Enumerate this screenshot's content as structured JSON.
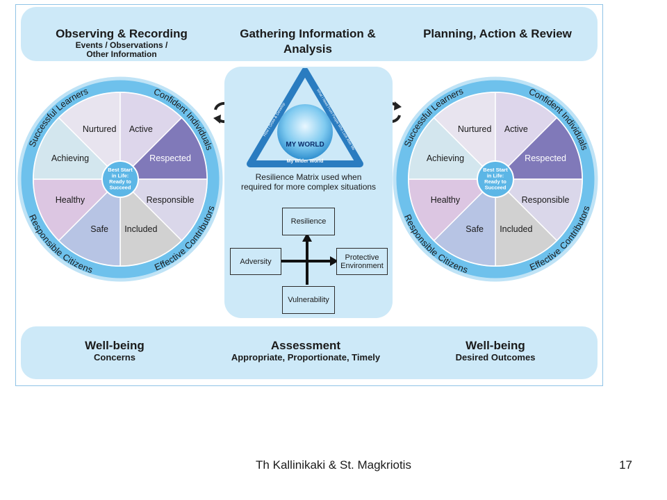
{
  "header": {
    "left_title": "Observing & Recording",
    "left_sub1": "Events / Observations /",
    "left_sub2": "Other Information",
    "center_title1": "Gathering Information &",
    "center_title2": "Analysis",
    "right_title": "Planning, Action & Review"
  },
  "wheel": {
    "segments": [
      "Nurtured",
      "Active",
      "Respected",
      "Responsible",
      "Included",
      "Safe",
      "Healthy",
      "Achieving"
    ],
    "center1": "Best Start",
    "center2": "in Life:",
    "center3": "Ready to",
    "center4": "Succeed",
    "ring_successful": "Successful Learners",
    "ring_confident": "Confident Individuals",
    "ring_responsible": "Responsible Citizens",
    "ring_effective": "Effective Contributors"
  },
  "my_world": {
    "title": "MY WORLD",
    "bottom": "My Wider World",
    "left_side": "How I Grow & Develop",
    "right_side": "What I Need From People Who Look After Me"
  },
  "matrix": {
    "caption1": "Resilience Matrix used when",
    "caption2": "required for more complex situations",
    "top": "Resilience",
    "left": "Adversity",
    "right1": "Protective",
    "right2": "Environment",
    "bottom": "Vulnerability"
  },
  "bottom_band": {
    "left_title": "Well-being",
    "left_sub": "Concerns",
    "center_title": "Assessment",
    "center_sub": "Appropriate, Proportionate, Timely",
    "right_title": "Well-being",
    "right_sub": "Desired Outcomes"
  },
  "footer": {
    "authors": "Th Kallinikaki & St. Magkriotis",
    "page_number": "17"
  },
  "colors": {
    "band": "#cde9f8",
    "ring": "#6ec1ec",
    "respected": "#8079b9",
    "hub": "#5cb6e6"
  }
}
